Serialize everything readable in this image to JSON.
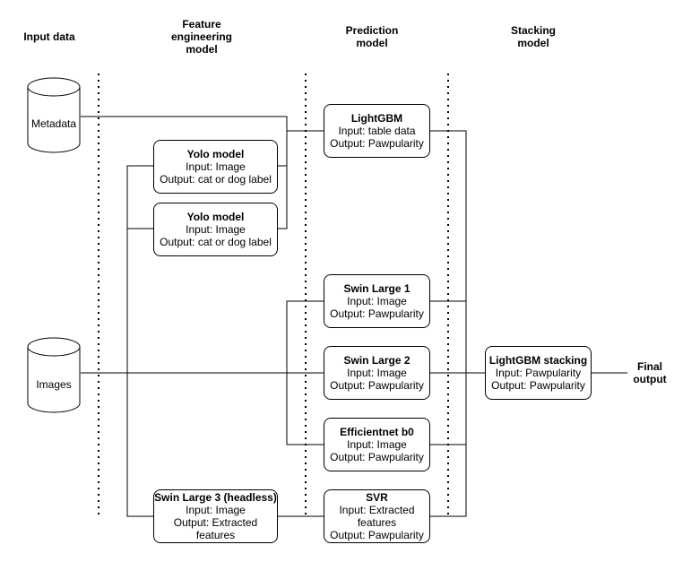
{
  "headers": {
    "input": "Input data",
    "feature_line1": "Feature",
    "feature_line2": "engineering",
    "feature_line3": "model",
    "prediction_line1": "Prediction",
    "prediction_line2": "model",
    "stacking_line1": "Stacking",
    "stacking_line2": "model"
  },
  "inputs": {
    "metadata": "Metadata",
    "images": "Images"
  },
  "feature_boxes": [
    {
      "title": "Yolo model",
      "line1": "Input: Image",
      "line2": "Output: cat or dog label"
    },
    {
      "title": "Yolo model",
      "line1": "Input: Image",
      "line2": "Output: cat or dog label"
    },
    {
      "title": "Swin Large 3 (headless)",
      "line1": "Input: Image",
      "line2": "Output: Extracted",
      "line3": "features"
    }
  ],
  "prediction_boxes": [
    {
      "title": "LightGBM",
      "line1": "Input: table data",
      "line2": "Output: Pawpularity"
    },
    {
      "title": "Swin Large 1",
      "line1": "Input: Image",
      "line2": "Output: Pawpularity"
    },
    {
      "title": "Swin Large 2",
      "line1": "Input: Image",
      "line2": "Output: Pawpularity"
    },
    {
      "title": "Efficientnet b0",
      "line1": "Input: Image",
      "line2": "Output: Pawpularity"
    },
    {
      "title": "SVR",
      "line1": "Input: Extracted",
      "line2": "features",
      "line3": "Output: Pawpularity"
    }
  ],
  "stacking_box": {
    "title": "LightGBM stacking",
    "line1": "Input: Pawpularity",
    "line2": "Output: Pawpularity"
  },
  "final_output": {
    "line1": "Final",
    "line2": "output"
  }
}
